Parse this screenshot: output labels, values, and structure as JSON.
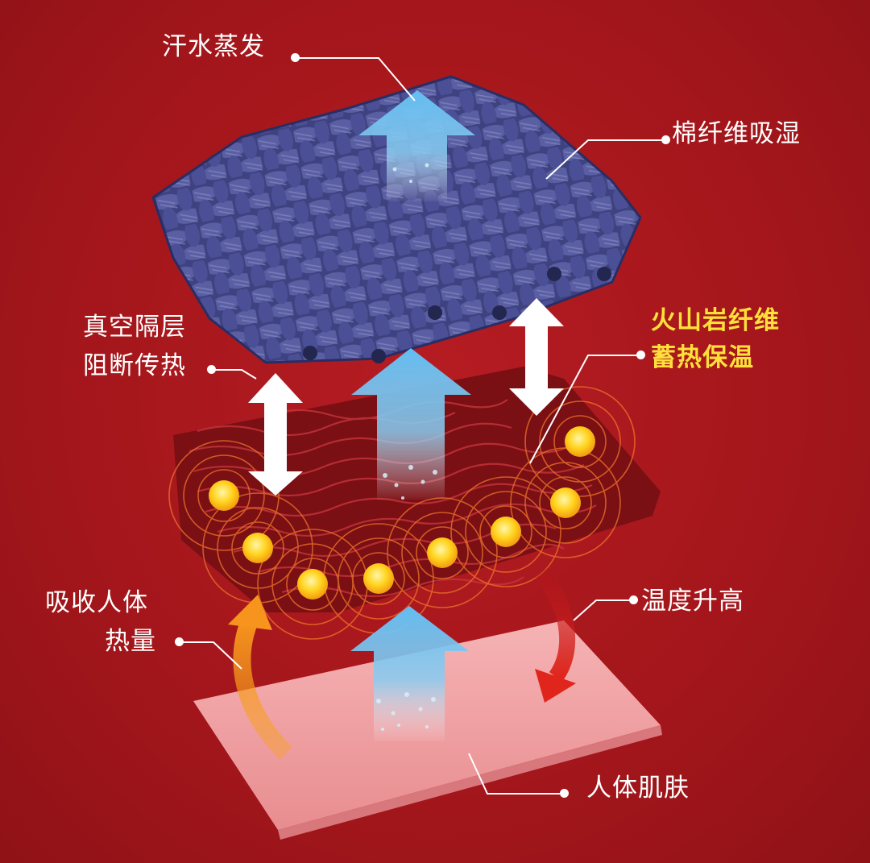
{
  "labels": {
    "sweat_evaporation": "汗水蒸发",
    "cotton_absorb": "棉纤维吸湿",
    "vacuum_line1": "真空隔层",
    "vacuum_line2": "阻断传热",
    "volcanic_line1": "火山岩纤维",
    "volcanic_line2": "蓄热保温",
    "absorb_heat_line1": "吸收人体",
    "absorb_heat_line2": "热量",
    "temp_rise": "温度升高",
    "skin": "人体肌肤"
  },
  "colors": {
    "background": "#a8171c",
    "highlight_text": "#ffe03a",
    "fabric": "#4a4f8c",
    "volcanic_layer": "#7a0f14",
    "skin": "#f1a0a2",
    "vapor_arrow": "#5fb8ee",
    "heat_particle": "#ffd21c",
    "heat_arrow_warm": "#f7941d",
    "heat_arrow_red": "#e0261c"
  }
}
